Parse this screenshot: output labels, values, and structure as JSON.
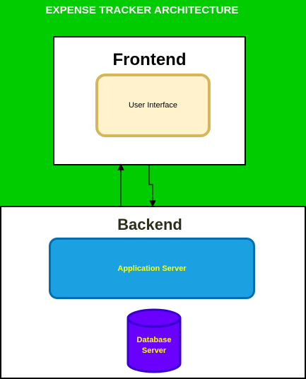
{
  "title": "EXPENSE TRACKER ARCHITECTURE",
  "frontend": {
    "label": "Frontend",
    "user_interface": "User Interface"
  },
  "backend": {
    "label": "Backend",
    "application_server": "Application Server",
    "database_server": "Database Server"
  },
  "colors": {
    "top_background": "#00cc00",
    "ui_fill": "#fff2cc",
    "ui_border": "#d6b656",
    "app_server_fill": "#1ba1e2",
    "app_server_border": "#006eaf",
    "database_fill": "#6a00ff",
    "database_border": "#3700cc",
    "server_text": "#ffff00"
  }
}
